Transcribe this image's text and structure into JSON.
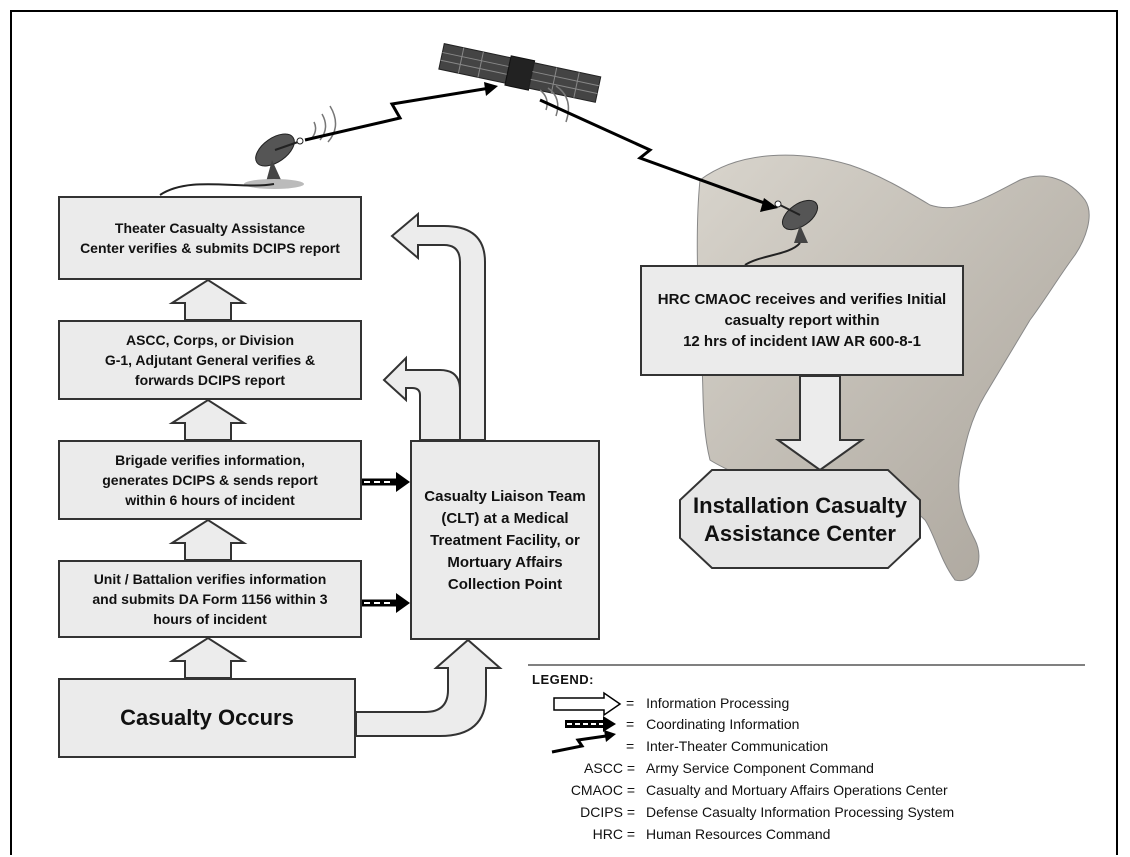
{
  "boxes": {
    "theater": "Theater Casualty Assistance\nCenter verifies & submits DCIPS report",
    "ascc": "ASCC, Corps, or Division\nG-1,  Adjutant General verifies &\nforwards DCIPS report",
    "brigade": "Brigade verifies information,\ngenerates DCIPS & sends report\nwithin 6 hours of incident",
    "unit": "Unit / Battalion verifies information\nand submits DA Form 1156 within 3\nhours of incident",
    "casualty": "Casualty Occurs",
    "clt": "Casualty Liaison Team\n(CLT) at a Medical\nTreatment Facility, or\nMortuary Affairs\nCollection Point",
    "hrc": "HRC CMAOC receives and verifies Initial\ncasualty report within\n12 hrs of incident IAW AR 600-8-1",
    "installation": "Installation Casualty\nAssistance Center"
  },
  "legend": {
    "title": "LEGEND:",
    "items": [
      {
        "term": "=",
        "def": "Information Processing",
        "symbol": "hollow-arrow-icon"
      },
      {
        "term": "=",
        "def": "Coordinating Information",
        "symbol": "dashed-arrow-icon"
      },
      {
        "term": "=",
        "def": "Inter-Theater Communication",
        "symbol": "zigzag-arrow-icon"
      },
      {
        "term": "ASCC =",
        "def": "Army Service Component Command"
      },
      {
        "term": "CMAOC =",
        "def": "Casualty and Mortuary Affairs Operations Center"
      },
      {
        "term": "DCIPS =",
        "def": "Defense Casualty Information Processing System"
      },
      {
        "term": "HRC =",
        "def": "Human Resources Command"
      }
    ]
  },
  "colors": {
    "box_fill": "#ebebeb",
    "border": "#333333",
    "map_fill": "#c9c4bb",
    "arrow_fill": "#ececec"
  }
}
